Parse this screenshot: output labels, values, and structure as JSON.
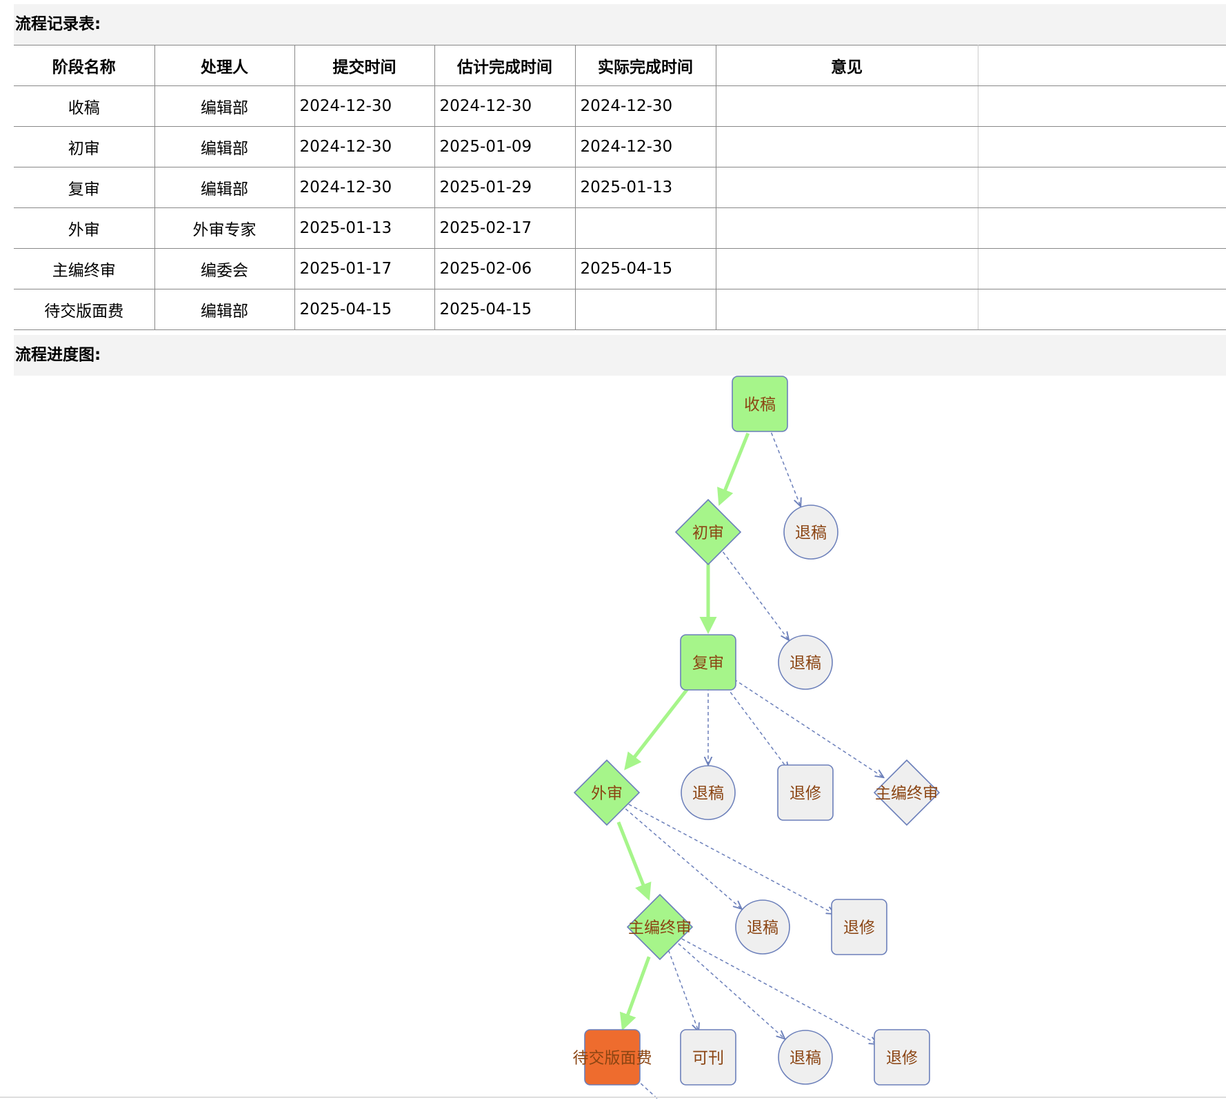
{
  "record_section": {
    "title": "流程记录表:"
  },
  "table": {
    "headers": [
      "阶段名称",
      "处理人",
      "提交时间",
      "估计完成时间",
      "实际完成时间",
      "意见",
      ""
    ],
    "rows": [
      {
        "stage": "收稿",
        "handler": "编辑部",
        "submitted": "2024-12-30",
        "estimated": "2024-12-30",
        "actual": "2024-12-30",
        "opinion": ""
      },
      {
        "stage": "初审",
        "handler": "编辑部",
        "submitted": "2024-12-30",
        "estimated": "2025-01-09",
        "actual": "2024-12-30",
        "opinion": ""
      },
      {
        "stage": "复审",
        "handler": "编辑部",
        "submitted": "2024-12-30",
        "estimated": "2025-01-29",
        "actual": "2025-01-13",
        "opinion": ""
      },
      {
        "stage": "外审",
        "handler": "外审专家",
        "submitted": "2025-01-13",
        "estimated": "2025-02-17",
        "actual": "",
        "opinion": ""
      },
      {
        "stage": "主编终审",
        "handler": "编委会",
        "submitted": "2025-01-17",
        "estimated": "2025-02-06",
        "actual": "2025-04-15",
        "opinion": ""
      },
      {
        "stage": "待交版面费",
        "handler": "编辑部",
        "submitted": "2025-04-15",
        "estimated": "2025-04-15",
        "actual": "",
        "opinion": ""
      }
    ]
  },
  "progress_section": {
    "title": "流程进度图:"
  },
  "flow": {
    "colors": {
      "done_fill": "#a6f58a",
      "pending_fill": "#efefef",
      "current_fill": "#ee6c2e",
      "stroke": "#6b7fba",
      "done_edge": "#a6f58a",
      "dashed_edge": "#6b7fba",
      "label": "#8b4513"
    },
    "nodes": [
      {
        "id": "n_shougao",
        "label": "收稿",
        "shape": "rounded-square",
        "state": "done"
      },
      {
        "id": "n_chushen",
        "label": "初审",
        "shape": "diamond",
        "state": "done"
      },
      {
        "id": "n_tuigao_1",
        "label": "退稿",
        "shape": "circle",
        "state": "pending"
      },
      {
        "id": "n_fushen",
        "label": "复审",
        "shape": "rounded-square",
        "state": "done"
      },
      {
        "id": "n_tuigao_2",
        "label": "退稿",
        "shape": "circle",
        "state": "pending"
      },
      {
        "id": "n_waishen",
        "label": "外审",
        "shape": "diamond",
        "state": "done"
      },
      {
        "id": "n_tuigao_3",
        "label": "退稿",
        "shape": "circle",
        "state": "pending"
      },
      {
        "id": "n_tuixiu_1",
        "label": "退修",
        "shape": "rounded-square",
        "state": "pending"
      },
      {
        "id": "n_zhubian_1",
        "label": "主编终审",
        "shape": "diamond",
        "state": "pending"
      },
      {
        "id": "n_zhubian_2",
        "label": "主编终审",
        "shape": "diamond",
        "state": "done"
      },
      {
        "id": "n_tuigao_4",
        "label": "退稿",
        "shape": "circle",
        "state": "pending"
      },
      {
        "id": "n_tuixiu_2",
        "label": "退修",
        "shape": "rounded-square",
        "state": "pending"
      },
      {
        "id": "n_daijiao",
        "label": "待交版面费",
        "shape": "rounded-square",
        "state": "current"
      },
      {
        "id": "n_kekan",
        "label": "可刊",
        "shape": "rounded-square",
        "state": "pending"
      },
      {
        "id": "n_tuigao_5",
        "label": "退稿",
        "shape": "circle",
        "state": "pending"
      },
      {
        "id": "n_tuixiu_3",
        "label": "退修",
        "shape": "rounded-square",
        "state": "pending"
      }
    ],
    "edges": [
      {
        "from": "n_shougao",
        "to": "n_chushen",
        "style": "solid"
      },
      {
        "from": "n_shougao",
        "to": "n_tuigao_1",
        "style": "dashed"
      },
      {
        "from": "n_chushen",
        "to": "n_fushen",
        "style": "solid"
      },
      {
        "from": "n_chushen",
        "to": "n_tuigao_2",
        "style": "dashed"
      },
      {
        "from": "n_fushen",
        "to": "n_waishen",
        "style": "solid"
      },
      {
        "from": "n_fushen",
        "to": "n_tuigao_3",
        "style": "dashed"
      },
      {
        "from": "n_fushen",
        "to": "n_tuixiu_1",
        "style": "dashed"
      },
      {
        "from": "n_fushen",
        "to": "n_zhubian_1",
        "style": "dashed"
      },
      {
        "from": "n_waishen",
        "to": "n_zhubian_2",
        "style": "solid"
      },
      {
        "from": "n_waishen",
        "to": "n_tuigao_4",
        "style": "dashed"
      },
      {
        "from": "n_waishen",
        "to": "n_tuixiu_2",
        "style": "dashed"
      },
      {
        "from": "n_zhubian_2",
        "to": "n_daijiao",
        "style": "solid"
      },
      {
        "from": "n_zhubian_2",
        "to": "n_kekan",
        "style": "dashed"
      },
      {
        "from": "n_zhubian_2",
        "to": "n_tuigao_5",
        "style": "dashed"
      },
      {
        "from": "n_zhubian_2",
        "to": "n_tuixiu_3",
        "style": "dashed"
      }
    ]
  }
}
